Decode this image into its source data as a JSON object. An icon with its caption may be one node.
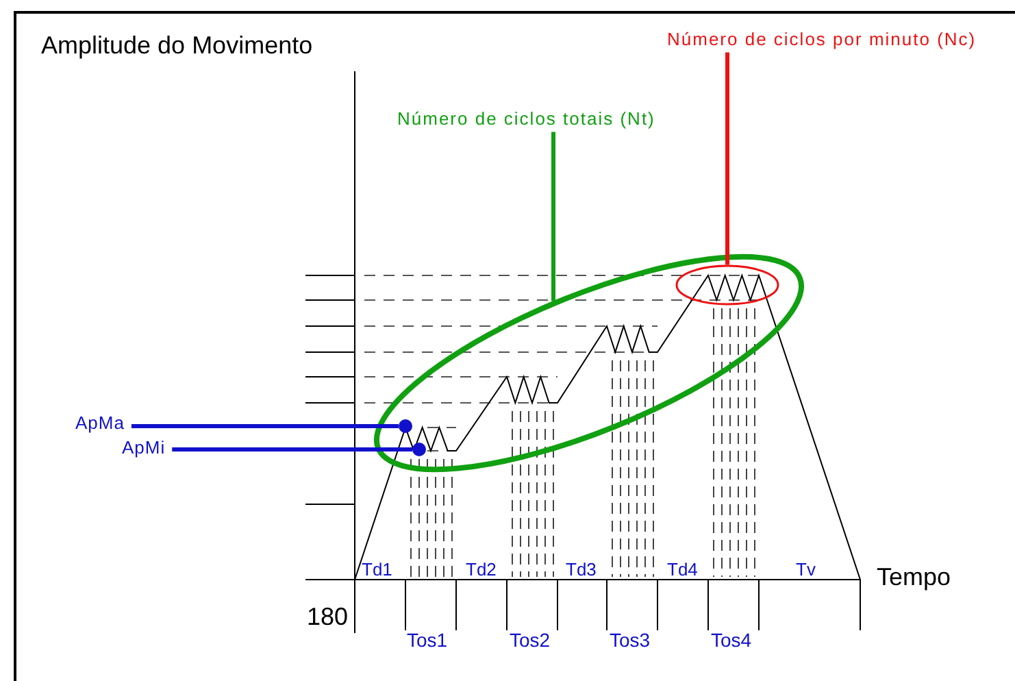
{
  "diagram": {
    "nodes": [
      {
        "text": [
          "Número de ciclos por minuto (Nc)"
        ]
      },
      {
        "text": [
          "Número de ciclos totais (Nt)"
        ]
      },
      {
        "text": [],
        "shape": "ellipse"
      },
      {
        "text": [],
        "shape": "ellipse",
        "in": 2
      },
      {
        "text": [
          "ApMa"
        ]
      },
      {
        "text": [
          "ApMi"
        ]
      },
      {
        "text": [],
        "shape": "circle",
        "in": 2
      },
      {
        "text": [],
        "shape": "circle",
        "in": 2
      }
    ],
    "edges": [
      {
        "from": 0,
        "to": 3,
        "arrow": "none",
        "color": "#ee1111"
      },
      {
        "from": 1,
        "to": 2,
        "arrow": "none",
        "color": "#11a011"
      },
      {
        "from": 4,
        "to": 6,
        "arrow": "none",
        "color": "#1111cc"
      },
      {
        "from": 5,
        "to": 7,
        "arrow": "none",
        "color": "#1111cc"
      }
    ],
    "labels": [
      "Amplitude do Movimento",
      "Tempo",
      "Td1",
      "Td2",
      "Td3",
      "Td4",
      "Tv",
      "180",
      "Tos1",
      "Tos2",
      "Tos3",
      "Tos4"
    ]
  }
}
